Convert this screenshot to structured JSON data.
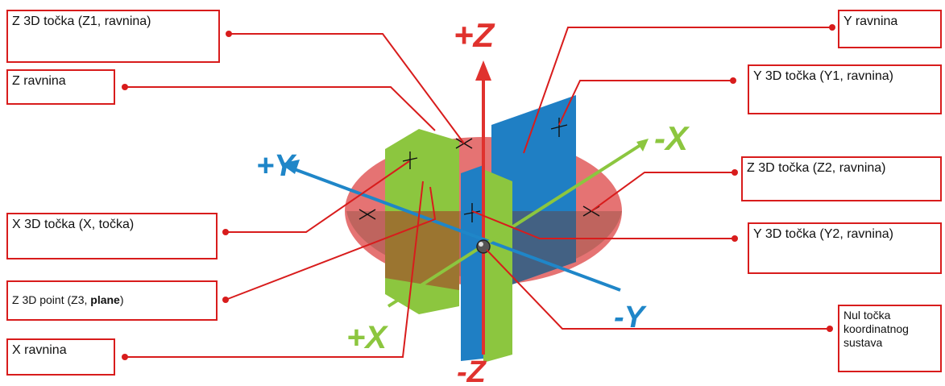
{
  "labels": {
    "z1_point": "Z 3D točka (Z1, ravnina)",
    "z_plane": "Z ravnina",
    "x_point": "X 3D točka (X, točka)",
    "z3_point_prefix": "Z 3D point  (Z3, ",
    "z3_point_bold": "plane",
    "z3_point_suffix": ")",
    "x_plane": "X ravnina",
    "y_plane": "Y ravnina",
    "y1_point": "Y 3D točka (Y1, ravnina)",
    "z2_point": "Z 3D točka (Z2, ravnina)",
    "y2_point": "Y 3D točka (Y2, ravnina)",
    "origin": "Nul točka\nkoordinatnog\nsustava"
  },
  "axes": {
    "plus_z": "+Z",
    "minus_z": "-Z",
    "plus_y": "+Y",
    "minus_y": "-Y",
    "plus_x": "+X",
    "minus_x": "-X"
  },
  "colors": {
    "leader": "#d81c1c",
    "z_axis": "#e0322e",
    "y_axis": "#1f86c8",
    "x_axis": "#8cc63f",
    "z_plane": "#e57373",
    "x_plane": "#8cc63f",
    "y_plane": "#1f7fc4"
  }
}
